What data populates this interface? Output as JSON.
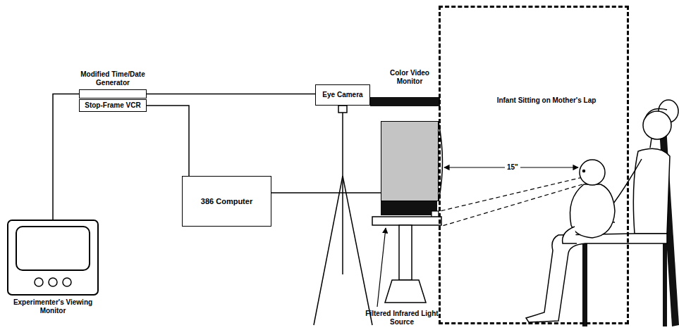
{
  "diagram": {
    "nodes": [
      {
        "text": [
          "Modified Time/Date Generator"
        ]
      },
      {
        "text": [
          "Stop-Frame VCR"
        ]
      },
      {
        "text": [
          "Experimenter's Viewing Monitor"
        ]
      },
      {
        "text": [
          "386 Computer"
        ]
      },
      {
        "text": [
          "Eye Camera"
        ]
      },
      {
        "text": [
          "Color Video Monitor"
        ]
      },
      {
        "text": [
          "Infant Sitting on Mother's Lap"
        ]
      }
    ],
    "edges": [
      {
        "from": 0,
        "to": 4,
        "arrow": "none"
      },
      {
        "from": 0,
        "to": 2,
        "arrow": "none"
      },
      {
        "from": 1,
        "to": 3,
        "arrow": "none"
      },
      {
        "from": 3,
        "to": 5,
        "arrow": "none"
      }
    ],
    "labels": [
      "15\"",
      "Filtered Infrared Light Source"
    ]
  }
}
